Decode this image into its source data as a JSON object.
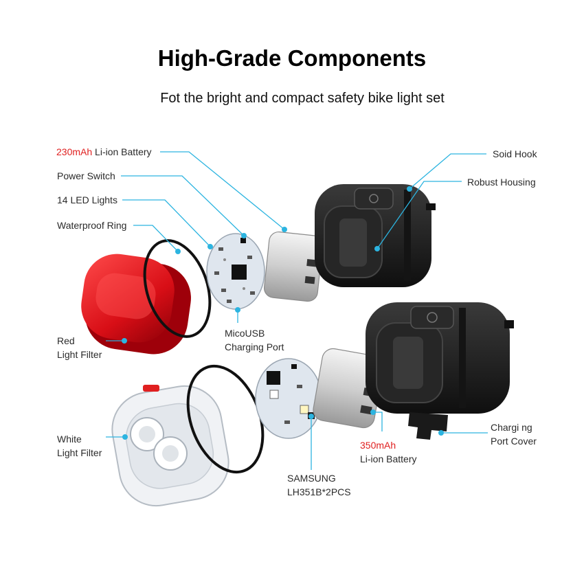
{
  "header": {
    "title": "High-Grade Components",
    "subtitle": "Fot the bright and compact safety bike light set"
  },
  "labels": {
    "battery_230_capacity": "230mAh",
    "battery_230_type": "Li-ion Battery",
    "power_switch": "Power Switch",
    "led_lights": "14 LED Lights",
    "waterproof_ring": "Waterproof Ring",
    "red_filter_line1": "Red",
    "red_filter_line2": "Light Filter",
    "microusb_line1": "MicoUSB",
    "microusb_line2": "Charging Port",
    "solid_hook": "Soid Hook",
    "robust_housing": "Robust Housing",
    "charging_cover_line1": "Chargi ng",
    "charging_cover_line2": "Port Cover",
    "battery_350_capacity": "350mAh",
    "battery_350_type": "Li-ion Battery",
    "white_filter_line1": "White",
    "white_filter_line2": "Light Filter",
    "samsung_line1": "SAMSUNG",
    "samsung_line2": "LH351B*2PCS"
  },
  "colors": {
    "callout": "#2cb4e0",
    "highlight_text": "#e02020",
    "housing": "#1c1c1c",
    "red_filter": "#e0141c"
  }
}
